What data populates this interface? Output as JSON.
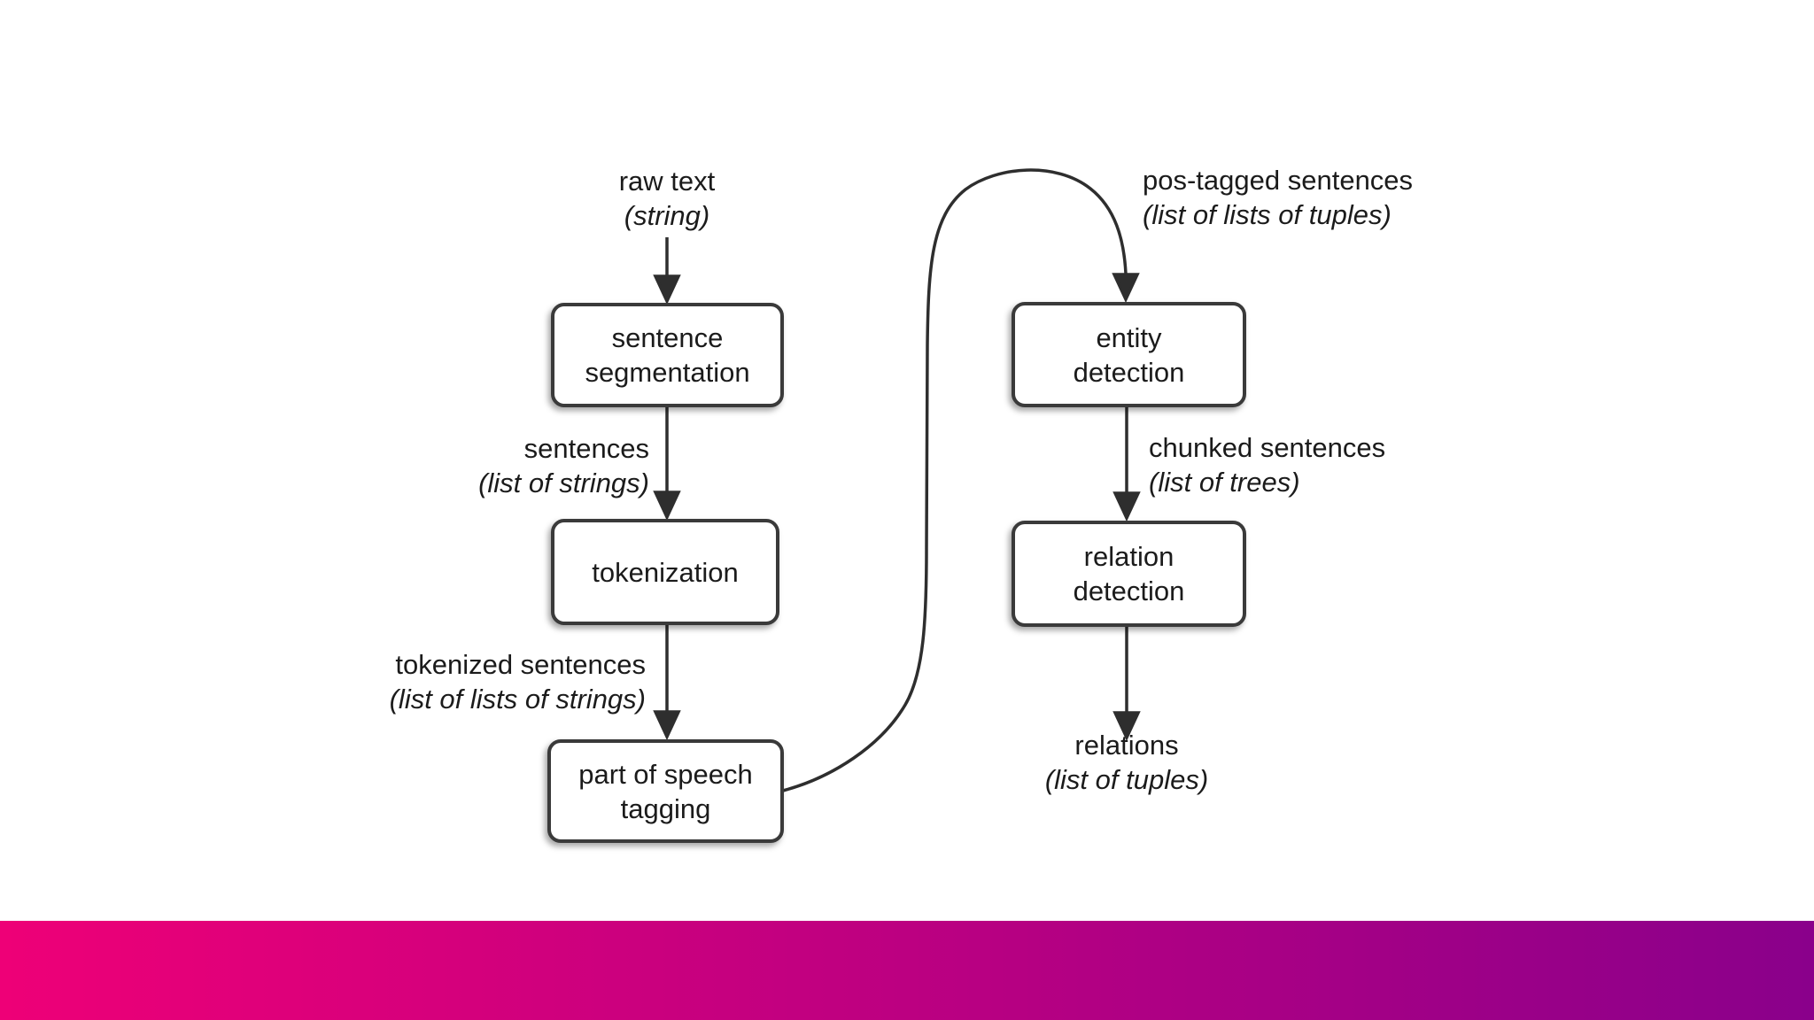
{
  "diagram": {
    "boxes": [
      {
        "id": "sentence-segmentation",
        "label": "sentence\nsegmentation"
      },
      {
        "id": "tokenization",
        "label": "tokenization"
      },
      {
        "id": "part-of-speech-tagging",
        "label": "part of speech\ntagging"
      },
      {
        "id": "entity-detection",
        "label": "entity\ndetection"
      },
      {
        "id": "relation-detection",
        "label": "relation\ndetection"
      }
    ],
    "labels": [
      {
        "id": "raw-text",
        "name": "raw text",
        "type": "(string)"
      },
      {
        "id": "sentences",
        "name": "sentences",
        "type": "(list of strings)"
      },
      {
        "id": "tokenized-sentences",
        "name": "tokenized sentences",
        "type": "(list of lists of strings)"
      },
      {
        "id": "pos-tagged-sentences",
        "name": "pos-tagged sentences",
        "type": "(list of lists of tuples)"
      },
      {
        "id": "chunked-sentences",
        "name": "chunked sentences",
        "type": "(list of trees)"
      },
      {
        "id": "relations",
        "name": "relations",
        "type": "(list of tuples)"
      }
    ],
    "colors": {
      "stroke": "#2e2e2e",
      "box_border": "#3a3a3a",
      "box_fill": "#ffffff",
      "text": "#1b1b1b"
    }
  },
  "footer": {
    "gradient_start": "#ee0077",
    "gradient_end": "#8a008b"
  }
}
